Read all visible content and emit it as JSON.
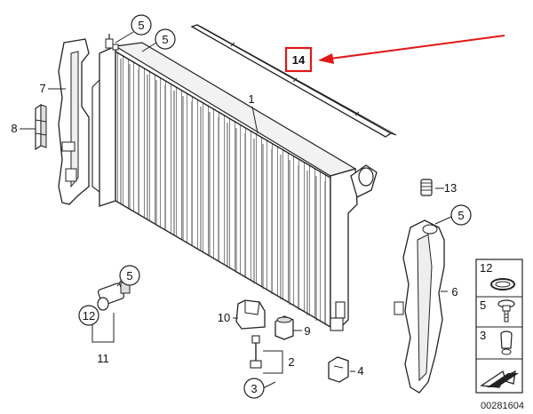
{
  "diagram": {
    "highlight_label": "14",
    "highlight_color": "#e01818",
    "labels": {
      "radiator": "1",
      "clip_pair": "2",
      "clip_single": "3",
      "rubber_mount": "4",
      "screw_top_a": "5",
      "screw_top_b": "5",
      "screw_sensor": "5",
      "screw_right": "5",
      "bracket_right": "6",
      "bracket_left": "7",
      "seal_pad": "8",
      "rubber_bush": "9",
      "holder": "10",
      "sensor_group": "11",
      "seal_ring": "12",
      "plug": "13",
      "seal_strip": "14",
      "clip_bottom": "3"
    },
    "legend": [
      {
        "num": "12",
        "icon": "o-ring-icon"
      },
      {
        "num": "5",
        "icon": "screw-icon"
      },
      {
        "num": "3",
        "icon": "clip-icon"
      }
    ],
    "doc_id": "00281604"
  }
}
